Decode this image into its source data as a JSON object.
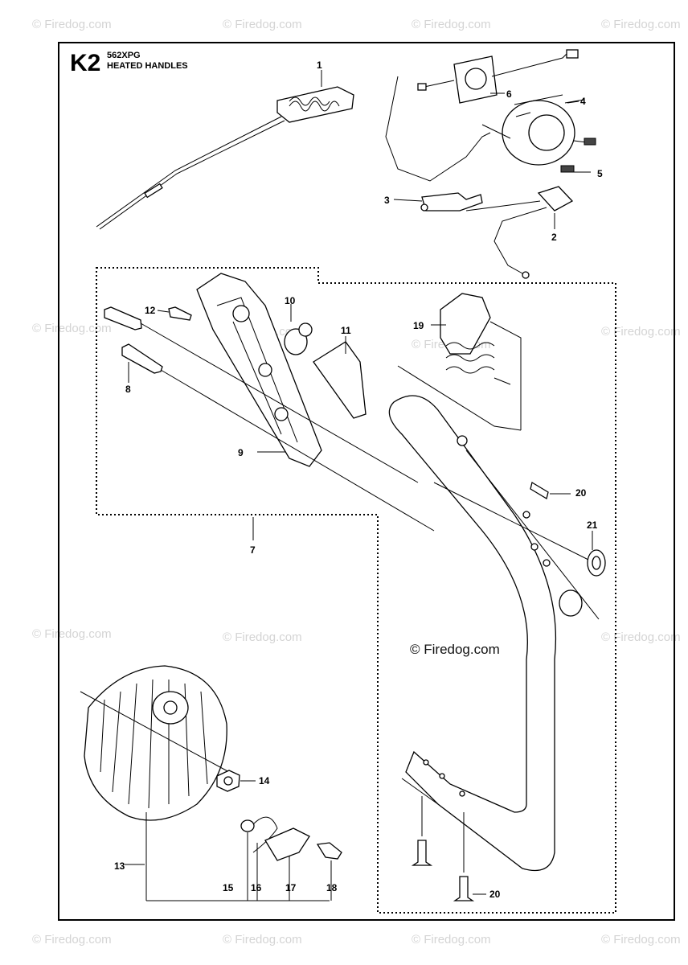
{
  "header": {
    "code": "K2",
    "model": "562XPG",
    "title": "HEATED HANDLES"
  },
  "watermark": {
    "text": "© Firedog.com",
    "center_text": "© Firedog.com"
  },
  "callouts": {
    "c1": "1",
    "c2": "2",
    "c3": "3",
    "c4": "4",
    "c5": "5",
    "c6": "6",
    "c7": "7",
    "c8": "8",
    "c9": "9",
    "c10": "10",
    "c11": "11",
    "c12": "12",
    "c13": "13",
    "c14": "14",
    "c15": "15",
    "c16": "16",
    "c17": "17",
    "c18": "18",
    "c19": "19",
    "c20a": "20",
    "c20b": "20",
    "c21": "21"
  },
  "colors": {
    "ink": "#000000",
    "watermark": "#d4d4d4",
    "background": "#ffffff"
  }
}
